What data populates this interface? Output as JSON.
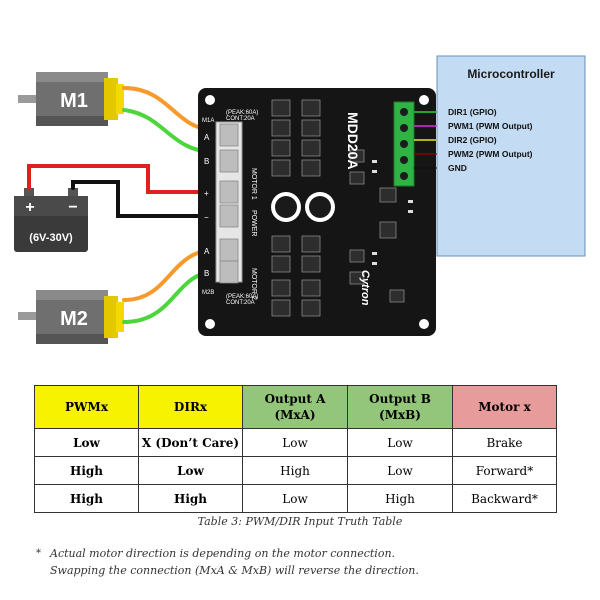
{
  "motors": {
    "m1": "M1",
    "m2": "M2"
  },
  "battery": {
    "plus": "+",
    "minus": "−",
    "voltage": "(6V-30V)"
  },
  "board": {
    "model": "MDD20A",
    "brand": "Cytron",
    "motor1": "MOTOR 1",
    "motor2": "MOTOR 2",
    "power": "POWER",
    "peak_top_1": "(PEAK:60A)",
    "peak_top_2": "CONT:20A",
    "peak_bot_1": "(PEAK:60A)",
    "peak_bot_2": "CONT:20A",
    "terminal_labels": [
      "A",
      "B",
      "+",
      "−",
      "A",
      "B"
    ],
    "terminal_label_top": "M1A",
    "terminal_label_bot": "M2B"
  },
  "microcontroller": {
    "title": "Microcontroller",
    "pins": [
      "DIR1 (GPIO)",
      "PWM1 (PWM Output)",
      "DIR2 (GPIO)",
      "PWM2 (PWM Output)",
      "GND"
    ],
    "pin_colors": [
      "#2bd12b",
      "#e02be0",
      "#e8e81c",
      "#8b0000",
      "#111111"
    ]
  },
  "wire_colors": {
    "orange": "#f59a2b",
    "green": "#4cd63c",
    "red": "#e11f1f",
    "black": "#111111"
  },
  "table": {
    "headers": [
      "PWMx",
      "DIRx",
      "Output A\n(MxA)",
      "Output B\n(MxB)",
      "Motor x"
    ],
    "rows": [
      [
        "Low",
        "X (Don’t Care)",
        "Low",
        "Low",
        "Brake"
      ],
      [
        "High",
        "Low",
        "High",
        "Low",
        "Forward*"
      ],
      [
        "High",
        "High",
        "Low",
        "High",
        "Backward*"
      ]
    ],
    "caption": "Table 3: PWM/DIR Input Truth Table"
  },
  "footnote": {
    "marker": "*",
    "line1": "Actual motor direction is depending on the motor connection.",
    "line2": "Swapping the connection (MxA & MxB) will reverse the direction."
  }
}
